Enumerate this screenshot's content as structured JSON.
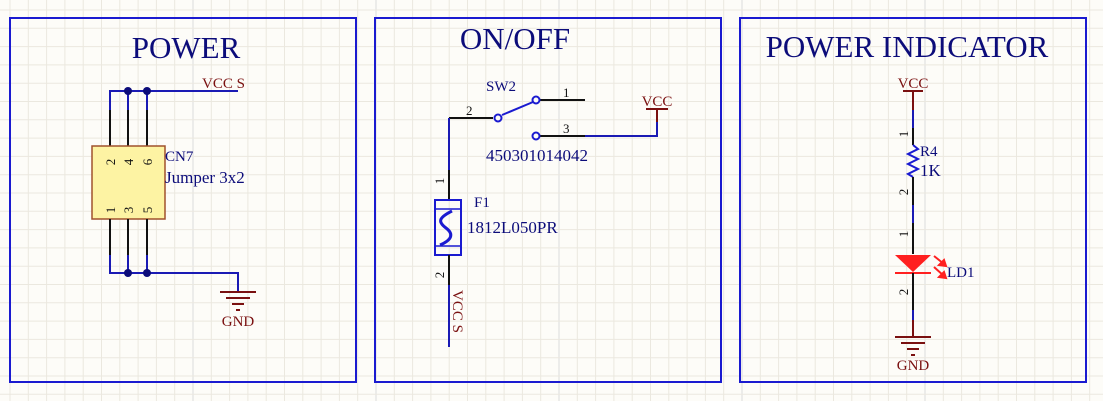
{
  "colors": {
    "background": "#fdfcf8",
    "grid_minor": "#ebe8df",
    "grid_major": "#dcdcdc",
    "frame": "#1a1ad0",
    "wire": "#1a1ab4",
    "title": "#0c0c7a",
    "power_net": "#7a1010",
    "pin_line": "#111111",
    "component_body": "#fdf3a3",
    "component_border": "#a0522d",
    "led": "#ff2020"
  },
  "sheets": [
    {
      "id": "power",
      "title": "POWER",
      "connector": {
        "ref": "CN7",
        "value": "Jumper 3x2",
        "top_pins": [
          "2",
          "4",
          "6"
        ],
        "bottom_pins": [
          "1",
          "3",
          "5"
        ]
      },
      "nets": {
        "top": "VCC S",
        "bottom": "GND"
      }
    },
    {
      "id": "onoff",
      "title": "ON/OFF",
      "switch": {
        "ref": "SW2",
        "value": "450301014042",
        "pins": {
          "common": "2",
          "a": "1",
          "b": "3"
        }
      },
      "fuse": {
        "ref": "F1",
        "value": "1812L050PR",
        "pins": [
          "1",
          "2"
        ]
      },
      "nets": {
        "supply": "VCC",
        "output": "VCC S"
      }
    },
    {
      "id": "indicator",
      "title": "POWER INDICATOR",
      "resistor": {
        "ref": "R4",
        "value": "1K",
        "pins": [
          "1",
          "2"
        ]
      },
      "led": {
        "ref": "LD1",
        "pins": [
          "1",
          "2"
        ]
      },
      "nets": {
        "top": "VCC",
        "bottom": "GND"
      }
    }
  ]
}
